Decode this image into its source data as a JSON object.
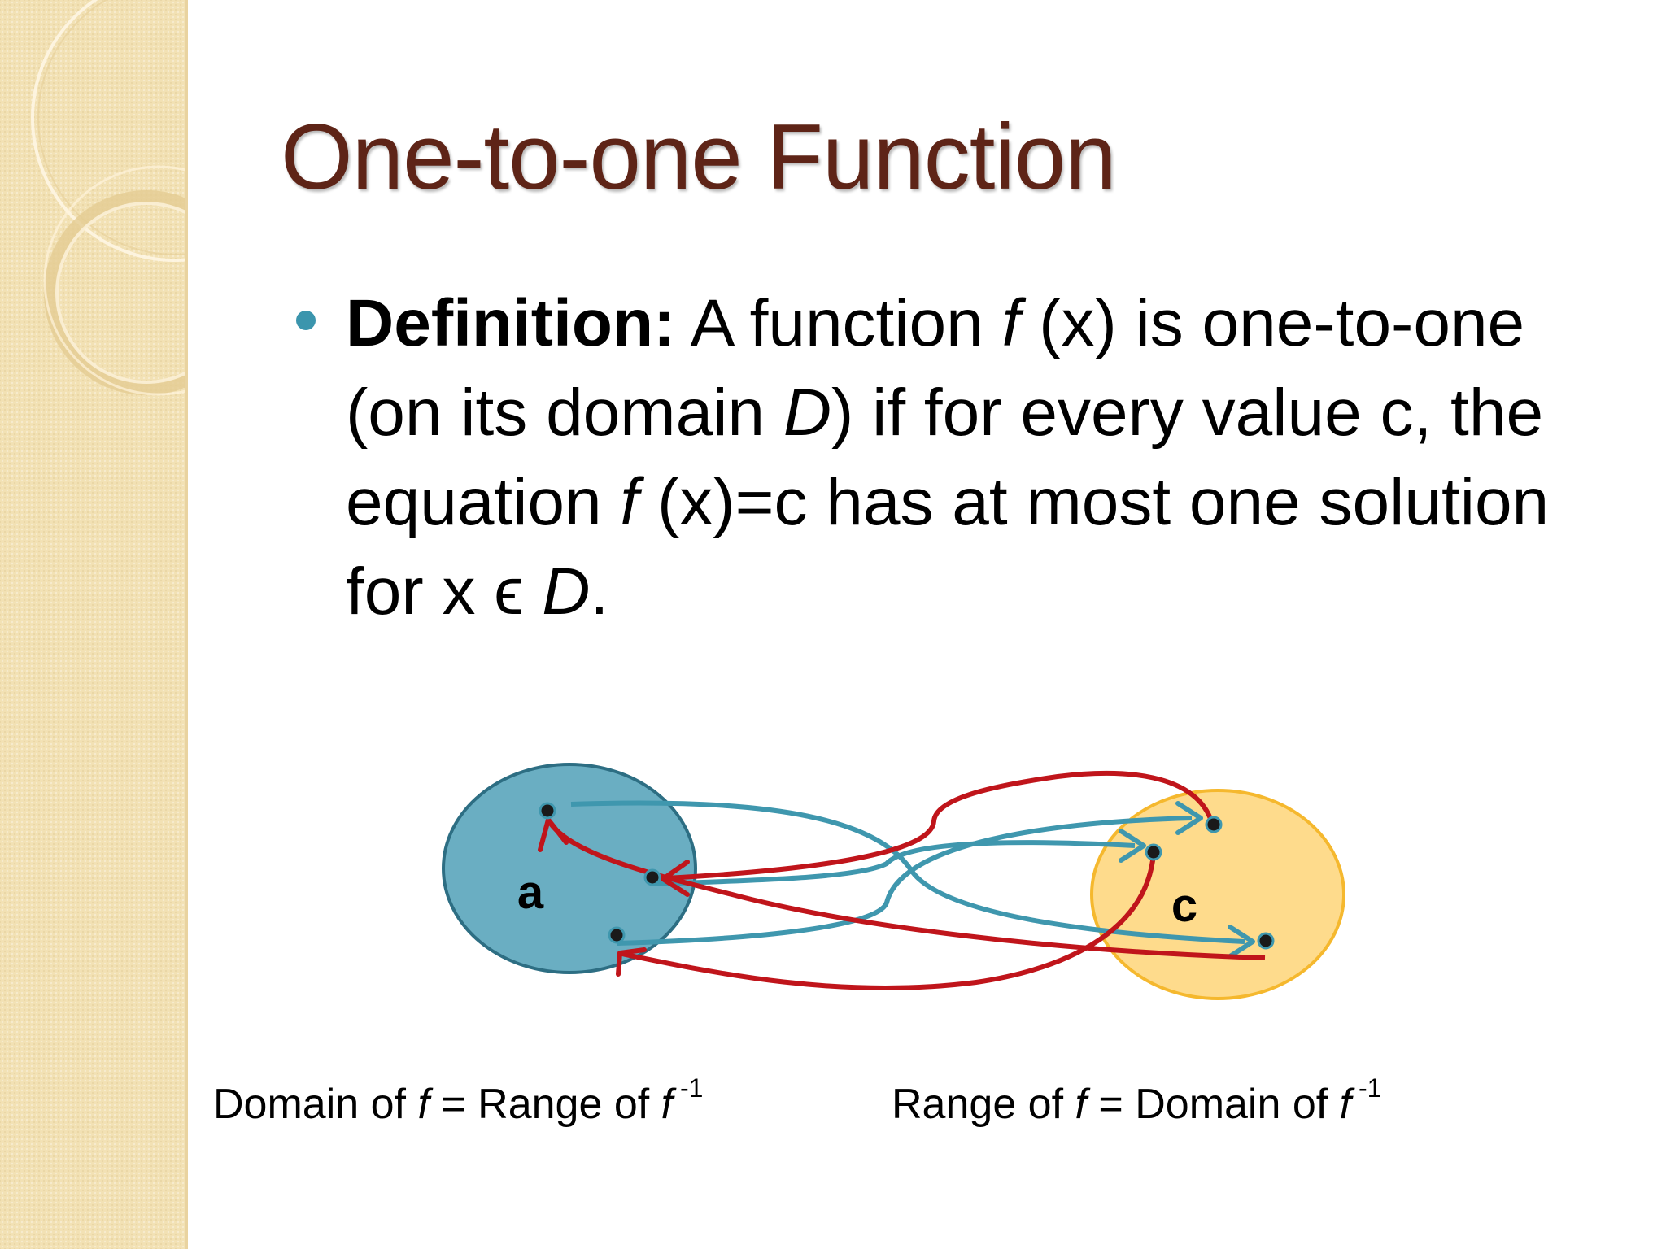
{
  "slide": {
    "title": "One-to-one Function",
    "definition": {
      "label": "Definition:",
      "part1": " A function ",
      "f1": "f",
      "part2": " (x) is one-to-one (on its domain ",
      "D1": "D",
      "part3": ") if for every value c, the equation ",
      "f2": "f",
      "part4": " (x)=c has at most one solution for x ϵ ",
      "D2": "D",
      "part5": "."
    }
  },
  "diagram": {
    "domain_set_label": "a",
    "range_set_label": "c",
    "colors": {
      "domain_fill": "#6aaec2",
      "domain_stroke": "#2d6e83",
      "range_fill": "#fedb8c",
      "range_stroke": "#f5b82e",
      "f_arrows": "#3f97ae",
      "inverse_arrows": "#c0151b",
      "points": "#1a1a1a"
    },
    "icons": [
      "arrowhead-icon"
    ]
  },
  "captions": {
    "left": {
      "p1": "Domain of ",
      "f": "f",
      "p2": " = Range of ",
      "finv": "f",
      "sup": " -1"
    },
    "right": {
      "p1": "Range of ",
      "f": "f",
      "p2": " = Domain of ",
      "finv": "f",
      "sup": " -1"
    }
  }
}
